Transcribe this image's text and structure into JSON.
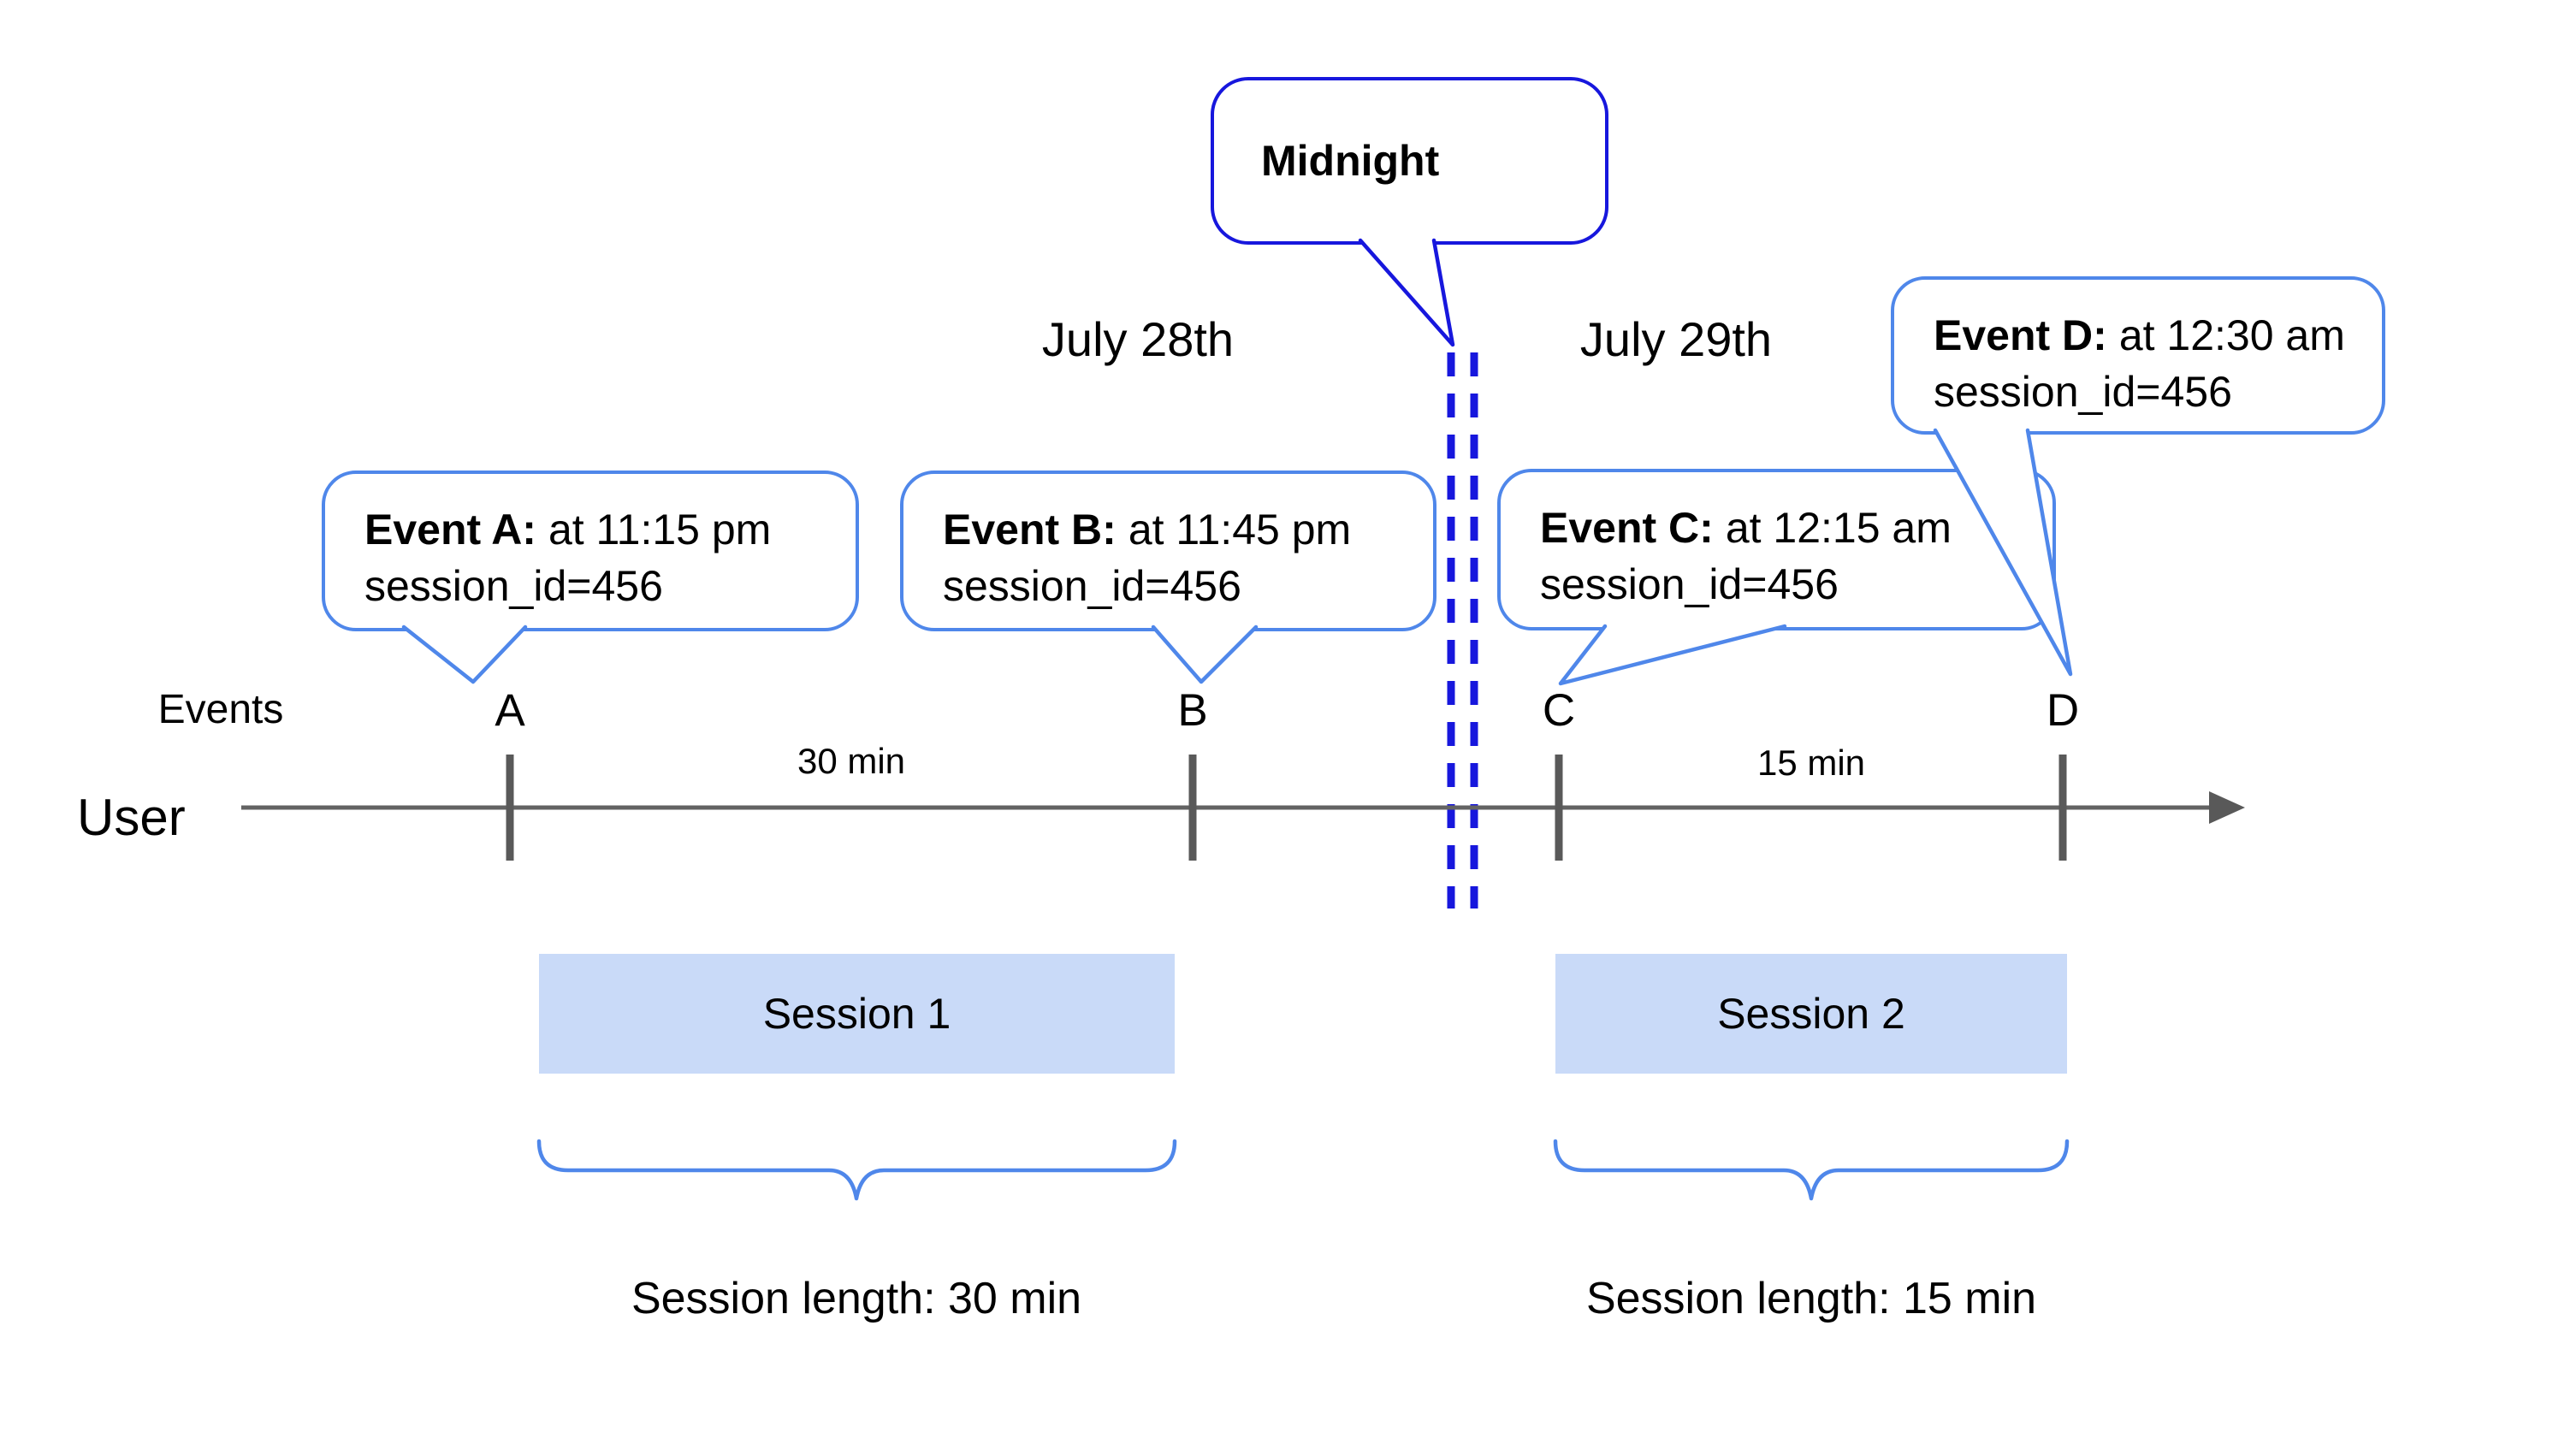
{
  "colors": {
    "callout_blue": "#4f87ea",
    "midnight_blue": "#1717dd",
    "timeline_gray": "#636363",
    "tick_gray": "#595959",
    "session_fill": "#c9daf8",
    "text_black": "#000000"
  },
  "day_labels": {
    "left": "July 28th",
    "right": "July 29th"
  },
  "midnight_callout": {
    "label": "Midnight"
  },
  "axis": {
    "row_label": "Events",
    "line_label": "User"
  },
  "events": [
    {
      "letter": "A",
      "callout_title": "Event A:",
      "callout_time": "at 11:15 pm",
      "callout_session": "session_id=456"
    },
    {
      "letter": "B",
      "callout_title": "Event B:",
      "callout_time": "at 11:45 pm",
      "callout_session": "session_id=456"
    },
    {
      "letter": "C",
      "callout_title": "Event C:",
      "callout_time": "at 12:15 am",
      "callout_session": "session_id=456"
    },
    {
      "letter": "D",
      "callout_title": "Event D:",
      "callout_time": "at 12:30 am",
      "callout_session": "session_id=456"
    }
  ],
  "gaps": [
    {
      "label": "30 min"
    },
    {
      "label": "15 min"
    }
  ],
  "sessions": [
    {
      "label": "Session 1",
      "length_label": "Session length: 30 min"
    },
    {
      "label": "Session 2",
      "length_label": "Session length: 15 min"
    }
  ]
}
